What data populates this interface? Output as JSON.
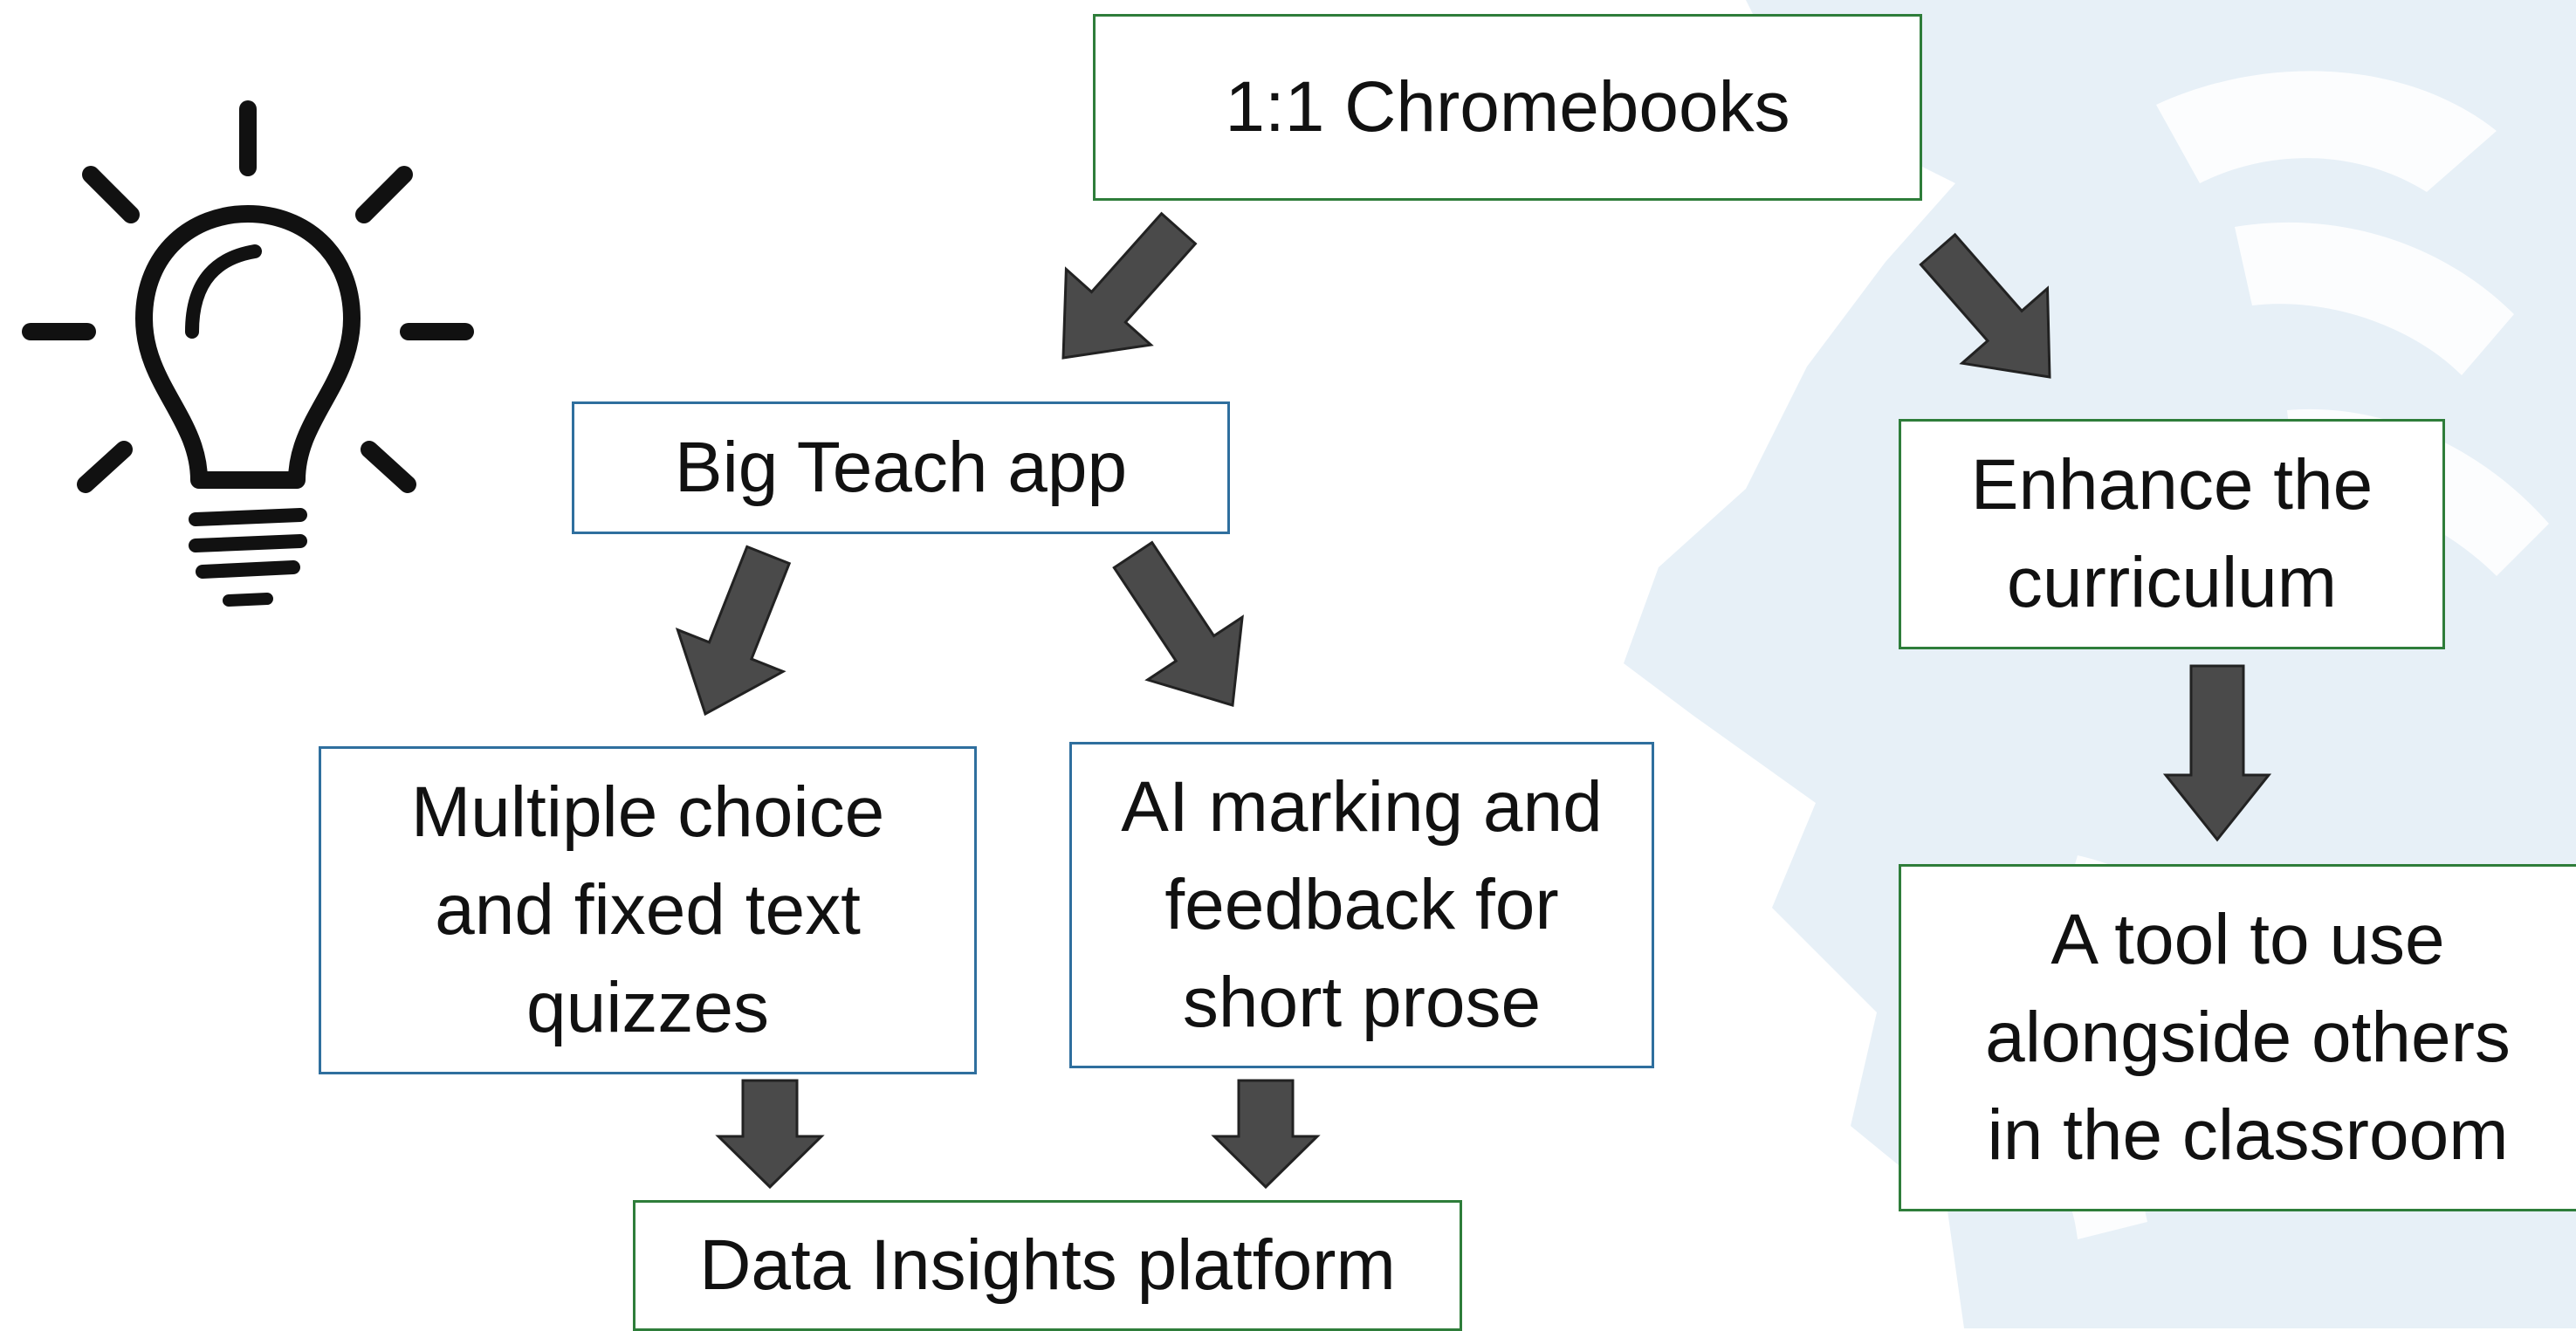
{
  "colors": {
    "green_border": "#2e7d3a",
    "blue_border": "#2f6f9e",
    "arrow_fill": "#4a4a4a",
    "arrow_stroke": "#222222",
    "watermark": "#e7f0f7",
    "text": "#111111"
  },
  "icons": {
    "bulb": "lightbulb-icon",
    "watermark": "lion-watermark"
  },
  "nodes": {
    "chromebooks": {
      "text": "1:1 Chromebooks"
    },
    "big_teach": {
      "text": "Big Teach app"
    },
    "multiple_choice": {
      "lines": [
        "Multiple choice",
        "and fixed text",
        "quizzes"
      ]
    },
    "ai_marking": {
      "lines": [
        "AI marking and",
        "feedback for",
        "short prose"
      ]
    },
    "data_insights": {
      "text": "Data Insights platform"
    },
    "enhance": {
      "lines": [
        "Enhance the",
        "curriculum"
      ]
    },
    "tool": {
      "lines": [
        "A tool to use",
        "alongside others",
        "in the classroom"
      ]
    }
  },
  "edges": [
    {
      "from": "chromebooks",
      "to": "big_teach"
    },
    {
      "from": "chromebooks",
      "to": "enhance"
    },
    {
      "from": "big_teach",
      "to": "multiple_choice"
    },
    {
      "from": "big_teach",
      "to": "ai_marking"
    },
    {
      "from": "multiple_choice",
      "to": "data_insights"
    },
    {
      "from": "ai_marking",
      "to": "data_insights"
    },
    {
      "from": "enhance",
      "to": "tool"
    }
  ]
}
